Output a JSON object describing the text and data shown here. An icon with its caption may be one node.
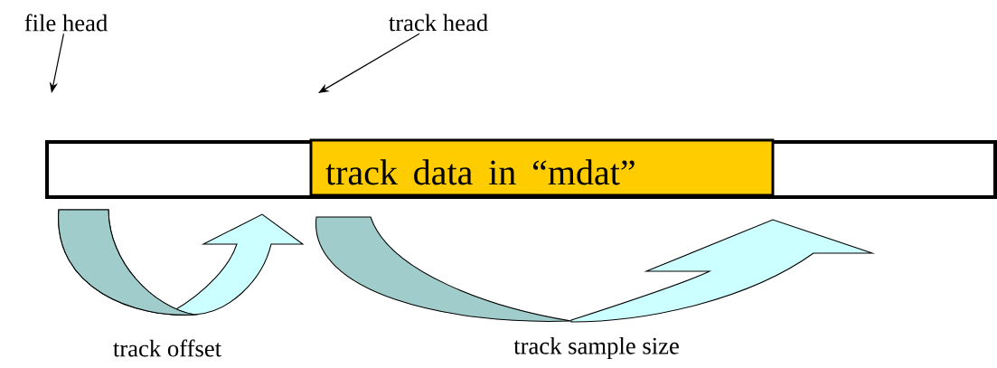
{
  "diagram": {
    "nodes": [
      {
        "text": [],
        "shape": "bar"
      },
      {
        "text": [
          "track data in “mdat”"
        ],
        "in": 0
      },
      {
        "text": [
          "file head"
        ]
      },
      {
        "text": [
          "track head"
        ]
      }
    ],
    "edges": [
      {
        "from": 2,
        "to": null,
        "arrow": "to"
      },
      {
        "from": 3,
        "to": null,
        "arrow": "to"
      }
    ],
    "labels": [
      "track offset",
      "track sample size"
    ]
  }
}
